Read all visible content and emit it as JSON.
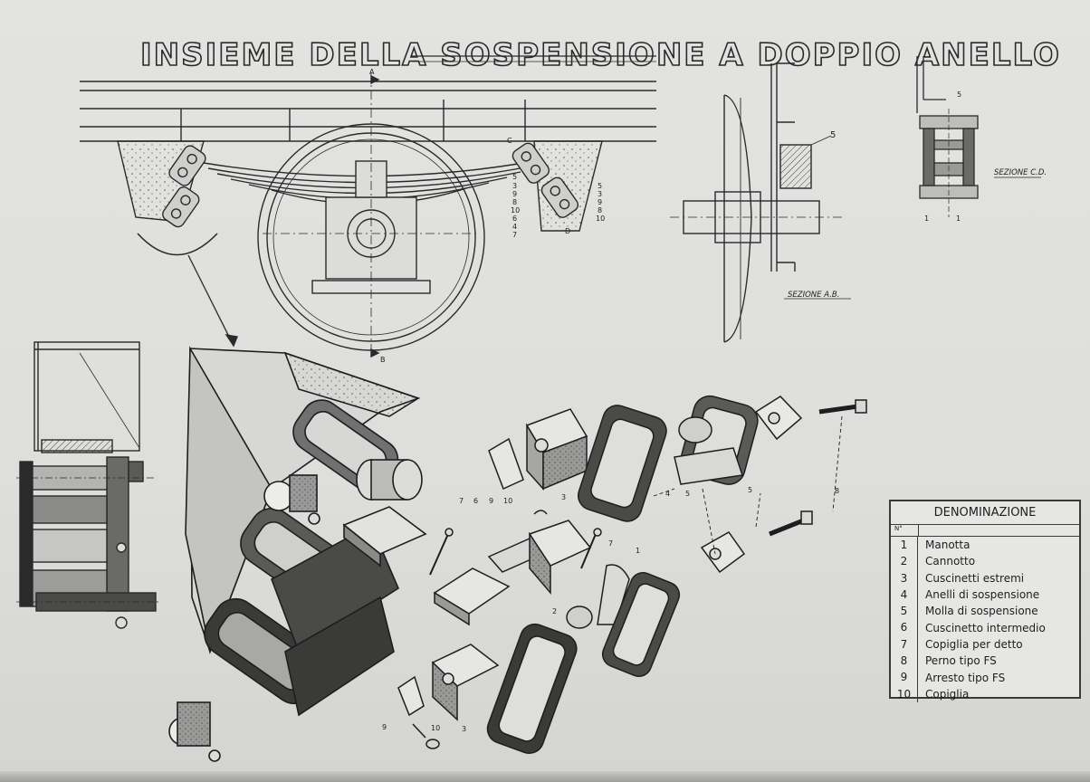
{
  "title": "INSIEME DELLA SOSPENSIONE A DOPPIO ANELLO",
  "sections": {
    "cd": "SEZIONE C.D.",
    "ab": "SEZIONE A.B."
  },
  "view_marks": {
    "a_top": "A",
    "b_bottom": "B",
    "c": "C",
    "d": "D"
  },
  "callouts": {
    "spring_5": "5",
    "cd_5": "5",
    "cd_1a": "1",
    "cd_1b": "1",
    "left_column": [
      "5",
      "3",
      "9",
      "8",
      "10",
      "6",
      "4",
      "7"
    ],
    "right_column": [
      "5",
      "3",
      "9",
      "8",
      "10"
    ],
    "exploded_7": "7",
    "exploded_6": "6",
    "exploded_9": "9",
    "exploded_10": "10",
    "exploded_3a": "3",
    "exploded_4": "4",
    "exploded_5a": "5",
    "exploded_5b": "5",
    "exploded_8": "8",
    "exploded_1": "1",
    "exploded_7b": "7",
    "exploded_2": "2",
    "exploded_9b": "9",
    "exploded_10b": "10",
    "exploded_3b": "3"
  },
  "legend": {
    "title": "DENOMINAZIONE",
    "header_num": "N°",
    "items": [
      {
        "num": "1",
        "name": "Manotta"
      },
      {
        "num": "2",
        "name": "Cannotto"
      },
      {
        "num": "3",
        "name": "Cuscinetti estremi"
      },
      {
        "num": "4",
        "name": "Anelli di sospensione"
      },
      {
        "num": "5",
        "name": "Molla di sospensione"
      },
      {
        "num": "6",
        "name": "Cuscinetto intermedio"
      },
      {
        "num": "7",
        "name": "Copiglia per detto"
      },
      {
        "num": "8",
        "name": "Perno tipo FS"
      },
      {
        "num": "9",
        "name": "Arresto tipo FS"
      },
      {
        "num": "10",
        "name": "Copiglia"
      }
    ]
  },
  "colors": {
    "ink": "#2a2a2a",
    "paper": "#e0e0de",
    "shade_dark": "#3a3a3a",
    "shade_mid": "#8a8a88"
  }
}
